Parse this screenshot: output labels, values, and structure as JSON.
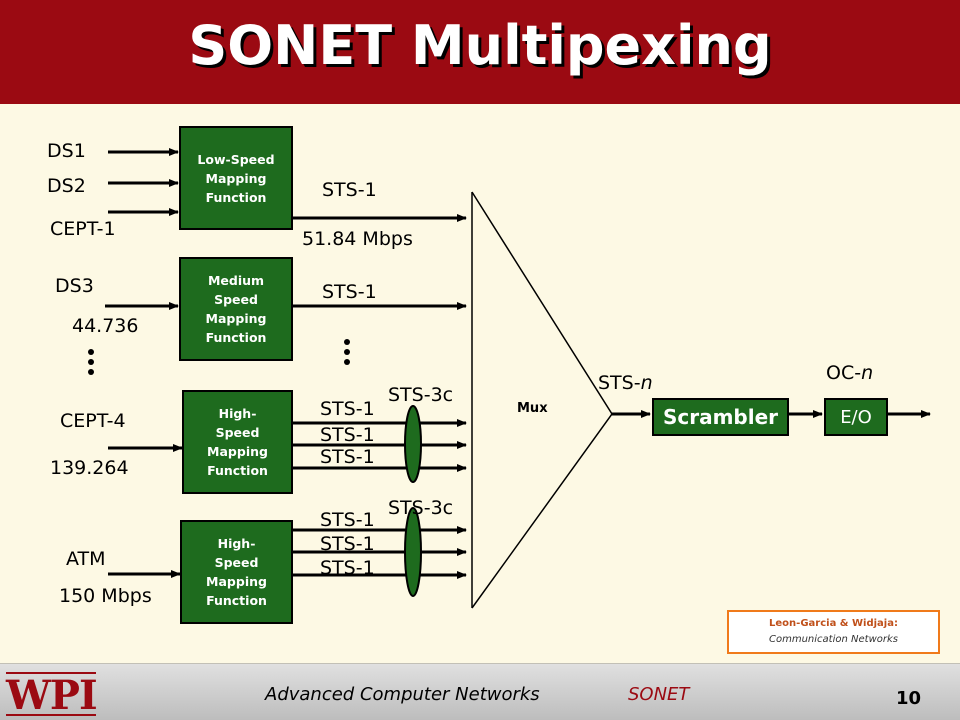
{
  "title": "SONET Multipexing",
  "inputs": {
    "ds1": "DS1",
    "ds2": "DS2",
    "cept1": "CEPT-1",
    "ds3": "DS3",
    "ds3_rate": "44.736",
    "cept4": "CEPT-4",
    "cept4_rate": "139.264",
    "atm": "ATM",
    "atm_rate": "150 Mbps"
  },
  "boxes": {
    "low": [
      "Low-Speed",
      "Mapping",
      "Function"
    ],
    "medium": [
      "Medium",
      "Speed",
      "Mapping",
      "Function"
    ],
    "high1": [
      "High-",
      "Speed",
      "Mapping",
      "Function"
    ],
    "high2": [
      "High-",
      "Speed",
      "Mapping",
      "Function"
    ]
  },
  "signals": {
    "sts1": "STS-1",
    "rate": "51.84 Mbps",
    "sts3c": "STS-3c",
    "stsn_prefix": "STS-",
    "ocn_prefix": "OC-",
    "n": "n"
  },
  "mux_label": "Mux",
  "scrambler_label": "Scrambler",
  "eo_label": "E/O",
  "citation": {
    "authors": "Leon-Garcia & Widjaja:",
    "book": "Communication Networks"
  },
  "footer": {
    "logo": "WPI",
    "course": "Advanced Computer Networks",
    "topic": "SONET",
    "page": "10"
  },
  "colors": {
    "header": "#9b0a12",
    "box_fill": "#1e6b1e",
    "background": "#fdf9e4",
    "citation_border": "#f07a1a"
  }
}
